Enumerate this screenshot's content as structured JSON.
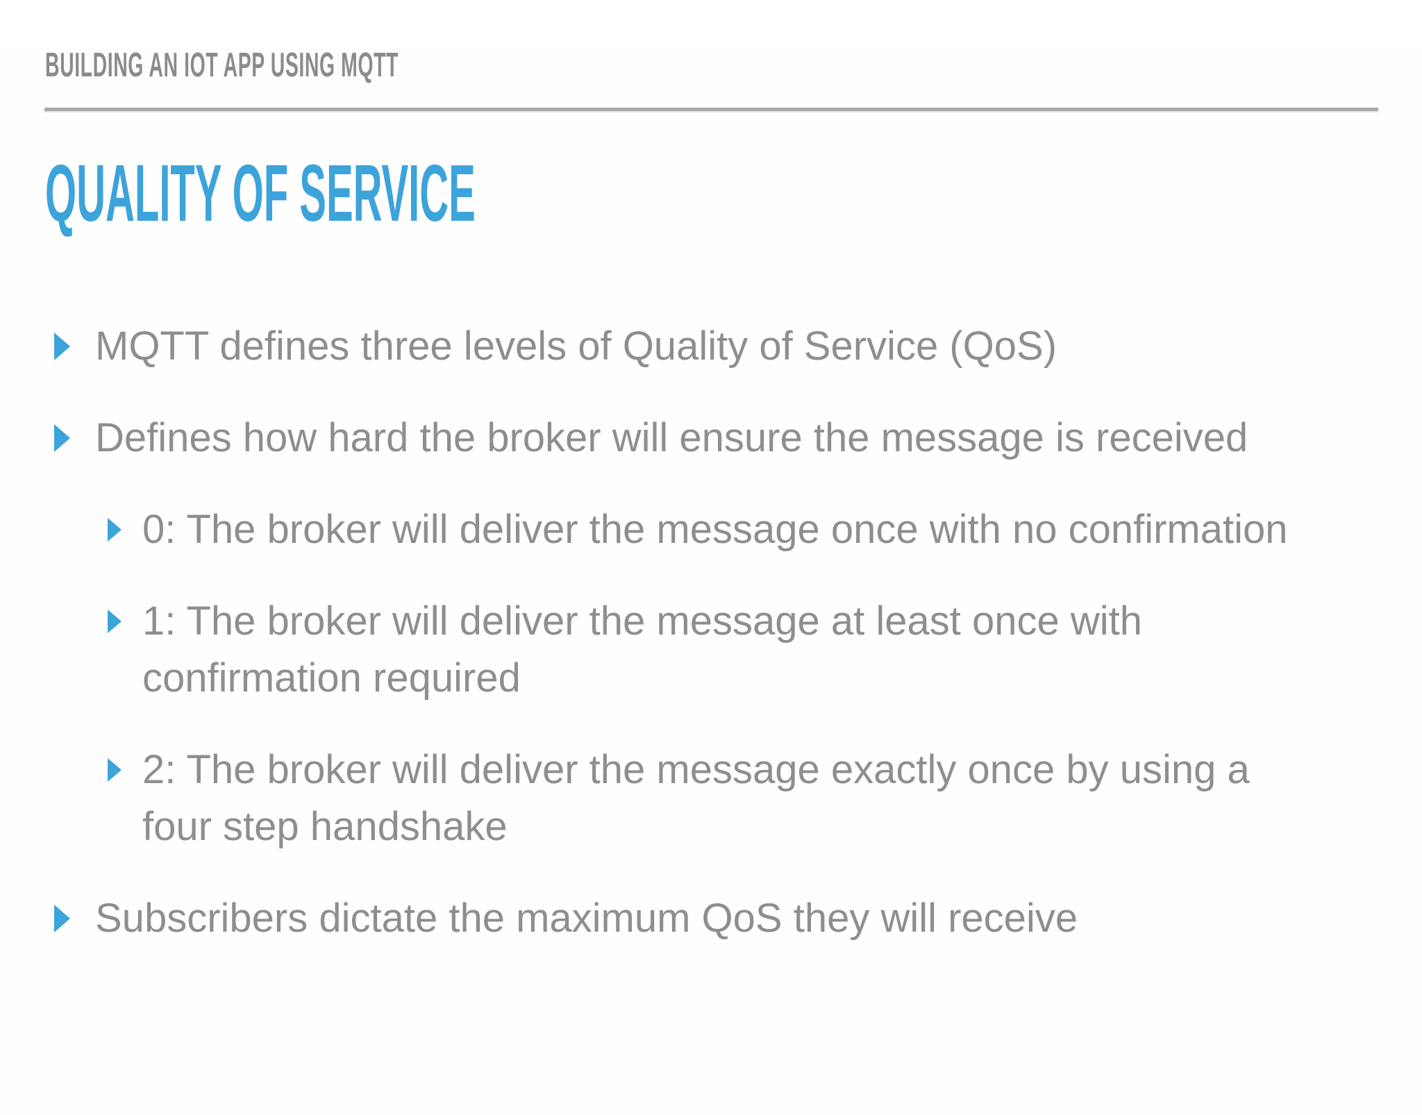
{
  "slide": {
    "kicker": "BUILDING AN IOT APP USING MQTT",
    "title": "QUALITY OF SERVICE",
    "colors": {
      "accent_blue": "#3CA3DB",
      "kicker_gray": "#8B8B8B",
      "body_gray": "#8E8E8E",
      "rule_gray": "#ABABAB",
      "background": "#FEFEFE"
    },
    "bullets": [
      {
        "level": 1,
        "text": "MQTT defines three levels of Quality of Service (QoS)"
      },
      {
        "level": 1,
        "text": "Defines how hard the broker will ensure the message is received"
      },
      {
        "level": 2,
        "text": "0: The broker will deliver the message once with no confirmation"
      },
      {
        "level": 2,
        "text": "1: The broker will deliver the message at least once with confirmation required"
      },
      {
        "level": 2,
        "text": "2: The broker will deliver the message exactly once by using a four step handshake"
      },
      {
        "level": 1,
        "text": "Subscribers dictate the maximum QoS they will receive"
      }
    ]
  }
}
